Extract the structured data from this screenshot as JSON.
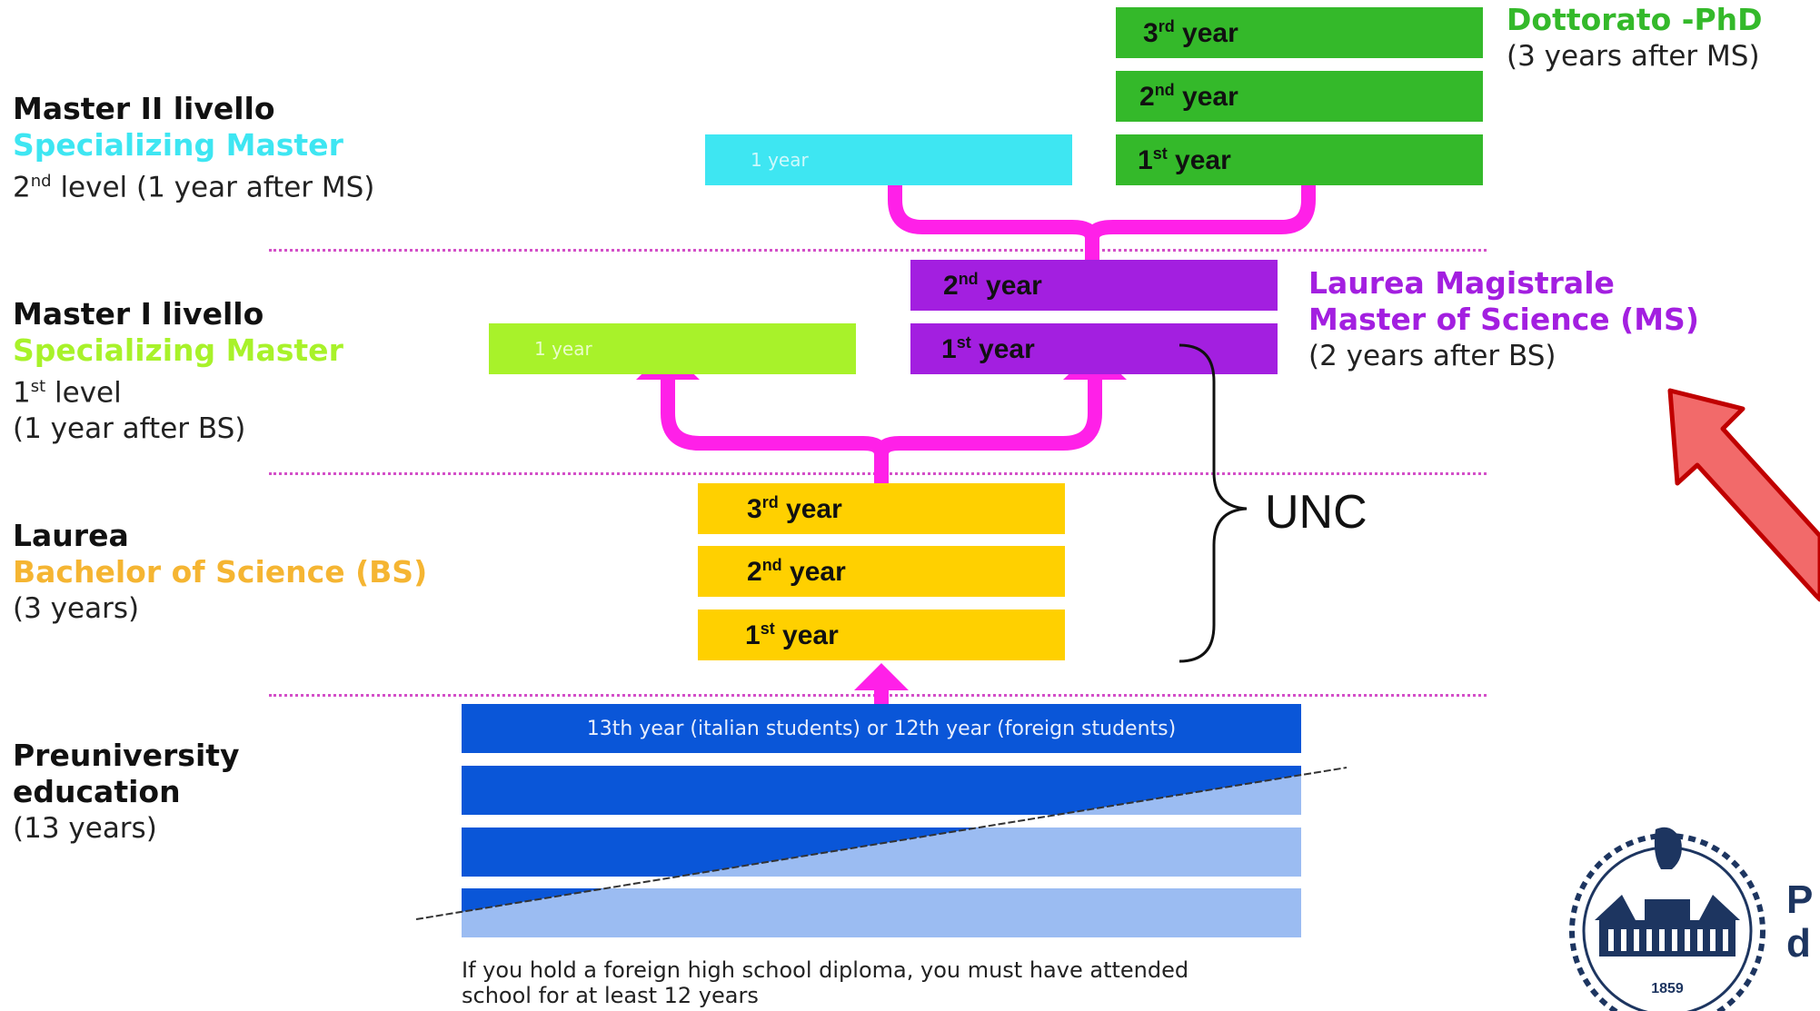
{
  "labels": {
    "master2": {
      "title": "Master II livello",
      "sub": "Specializing Master",
      "note": "2nd level (1 year after MS)",
      "note_main": "level (1 year after MS)",
      "sup": "nd",
      "num": "2"
    },
    "master1": {
      "title": "Master I livello",
      "sub": "Specializing Master",
      "note_a_num": "1",
      "note_a_sup": "st",
      "note_a_rest": " level",
      "note_b": "(1 year after BS)"
    },
    "laurea": {
      "title": "Laurea",
      "sub": "Bachelor of Science (BS)",
      "note": "(3 years)"
    },
    "pre": {
      "title1": "Preuniversity",
      "title2": "education",
      "note": "(13 years)"
    },
    "phd": {
      "title": "Dottorato -PhD",
      "note": "(3 years after MS)"
    },
    "ms": {
      "title1": "Laurea Magistrale",
      "title2": "Master of Science (MS)",
      "note": "(2 years after BS)"
    }
  },
  "boxes": {
    "phd_3": {
      "num": "3",
      "sup": "rd",
      "text": " year"
    },
    "phd_2": {
      "num": "2",
      "sup": "nd",
      "text": " year"
    },
    "phd_1": {
      "num": "1",
      "sup": "st",
      "text": " year"
    },
    "spec2": {
      "text": "1 year"
    },
    "spec1": {
      "text": "1 year"
    },
    "ms_2": {
      "num": "2",
      "sup": "nd",
      "text": " year"
    },
    "ms_1": {
      "num": "1",
      "sup": "st",
      "text": " year"
    },
    "bs_3": {
      "num": "3",
      "sup": "rd",
      "text": " year"
    },
    "bs_2": {
      "num": "2",
      "sup": "nd",
      "text": " year"
    },
    "bs_1": {
      "num": "1",
      "sup": "st",
      "text": " year"
    },
    "pre_top": {
      "text": "13th year (italian students) or 12th year (foreign students)"
    }
  },
  "footnote": {
    "line1": "If you hold a foreign high school diploma, you must have attended",
    "line2": "school for at least 12 years"
  },
  "unc": "UNC",
  "logo": {
    "year": "1859",
    "p": "P",
    "d": "d"
  },
  "colors": {
    "green": "#34b92a",
    "cyan": "#3ee6f2",
    "lime": "#a8f22a",
    "purple": "#a31fe0",
    "yellow": "#ffd000",
    "blue": "#0a56d8",
    "arrow": "#ff20e8",
    "red_arrow": "#f26a6a"
  }
}
